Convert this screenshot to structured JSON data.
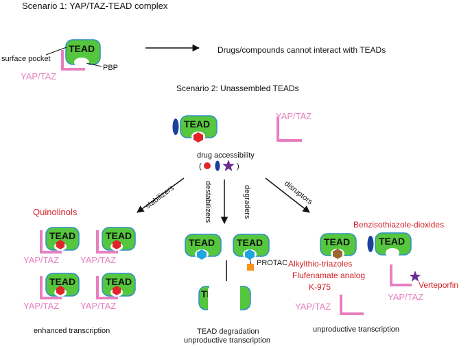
{
  "colors": {
    "tead_fill": "#55c63d",
    "tead_stroke": "#2f8fc9",
    "yap_taz": "#e77fc0",
    "label_red": "#d42027",
    "drug_red": "#e0242a",
    "drug_blue": "#1d3f9c",
    "drug_purple": "#6a2f93",
    "drug_cyan": "#1fa6e0",
    "drug_brown": "#9c6630",
    "protac_orange": "#f7941d"
  },
  "scenario1": {
    "title": "Scenario 1:  YAP/TAZ-TEAD complex",
    "tead": "TEAD",
    "surface_pocket": "surface pocket",
    "pbp": "PBP",
    "yap_taz": "YAP/TAZ",
    "result": "Drugs/compounds cannot interact with TEADs"
  },
  "scenario2": {
    "title": "Scenario 2:  Unassembled TEADs",
    "tead": "TEAD",
    "yap_taz": "YAP/TAZ",
    "drug_accessibility": "drug accessibility",
    "paren_open": "(",
    "paren_close": ")"
  },
  "branches": {
    "stabilizers": "stabilizers",
    "destabilizers": "destabilizers",
    "degraders": "degraders",
    "disruptors": "disruptors"
  },
  "stabilizers": {
    "class": "Quinolinols",
    "tead": "TEAD",
    "yap_taz": "YAP/TAZ",
    "outcome": "enhanced transcription"
  },
  "middle": {
    "tead": "TEAD",
    "protac": "PROTAC",
    "outcome_line1": "TEAD degradation",
    "outcome_line2": "unproductive transcription"
  },
  "disruptors": {
    "class1": "Benzisothiazole-dioxides",
    "tead": "TEAD",
    "class2_line1": "Alkylthio-triazoles",
    "class2_line2": "Flufenamate analog",
    "class2_line3": "K-975",
    "verteporfin": "Verteporfin",
    "yap_taz": "YAP/TAZ",
    "outcome": "unproductive transcription"
  }
}
